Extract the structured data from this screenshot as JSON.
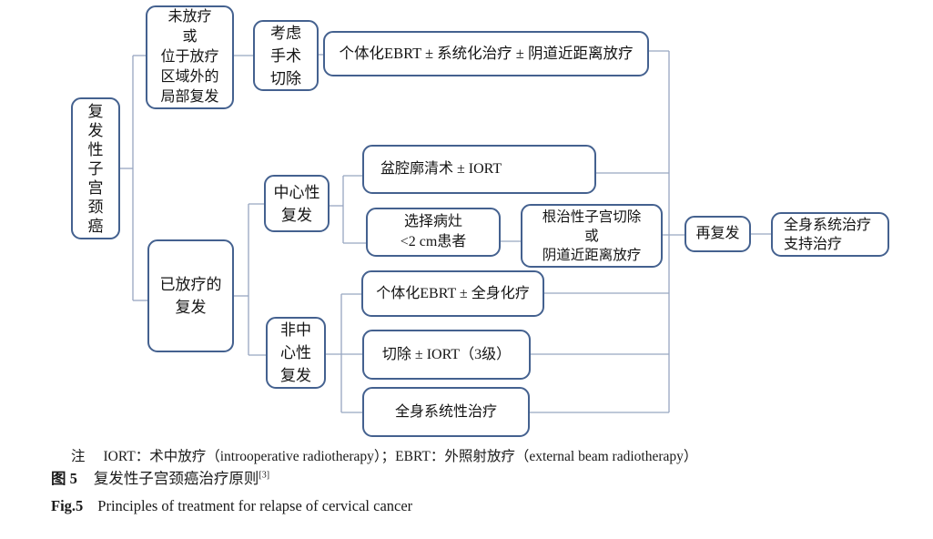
{
  "figure": {
    "nodes": {
      "root": "复\n发\n性\n子\n宫\n颈\n癌",
      "no_prior_rt": "未放疗\n或\n位于放疗\n区域外的\n局部复发",
      "consider_surgery": "考虑\n手术\n切除",
      "ebrt_systemic_brachy": "个体化EBRT ± 系统化治疗 ± 阴道近距离放疗",
      "prior_rt_relapse": "已放疗的\n复发",
      "central_relapse": "中心性\n复发",
      "non_central_relapse": "非中\n心性\n复发",
      "pelvic_exenteration": "盆腔廓清术 ± IORT",
      "selected_lesion": "选择病灶\n<2 cm患者",
      "radical_hysterectomy": "根治性子宫切除\n或\n阴道近距离放疗",
      "ebrt_chemo": "个体化EBRT ± 全身化疗",
      "resection_iort": "切除 ± IORT（3级）",
      "systemic_therapy": "全身系统性治疗",
      "re_relapse": "再复发",
      "systemic_support": "全身系统治疗\n支持治疗"
    },
    "note": {
      "label": "注",
      "text": "IORT：术中放疗（introoperative radiotherapy）；EBRT：外照射放疗（external beam radiotherapy）"
    },
    "caption_cn": {
      "label": "图 5",
      "title": "复发性子宫颈癌治疗原则",
      "ref": "[3]"
    },
    "caption_en": {
      "label": "Fig.5",
      "title": "Principles of treatment for relapse of cervical cancer"
    },
    "colors": {
      "box_border": "#44618f",
      "connector": "#97a6c1",
      "text": "#1a1a1a",
      "background": "#ffffff"
    }
  }
}
